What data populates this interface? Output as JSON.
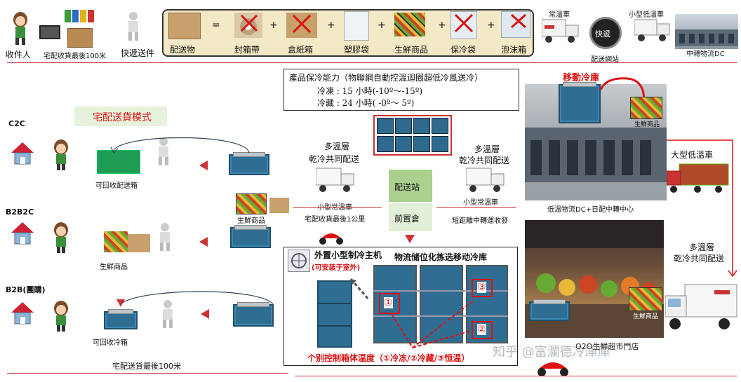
{
  "top": {
    "receiver": "收件人",
    "last100_top": "宅配收貨最後100米",
    "courier": "快遞送件",
    "delivery_item": "配送物",
    "equals": "=",
    "plus": "+",
    "items": [
      "封箱帶",
      "盒紙箱",
      "塑膠袋",
      "生鮮商品",
      "保冷袋",
      "泡沫箱"
    ],
    "normal_truck": "常溫車",
    "express_badge": "快遞",
    "delivery_network": "配送網站",
    "small_cold_truck": "小型低溫車",
    "transfer_dc": "中轉物流DC"
  },
  "capacity": {
    "title": "產品保冷能力（物聯網自動控溫迴圈超低冷風送冷）",
    "frozen": "冷凍 : 15 小時(-10º～-15º)",
    "chilled": "冷藏 : 24 小時( -0º～ 5º)"
  },
  "left": {
    "section_title": "宅配送貨模式",
    "c2c": "C2C",
    "b2b2c": "B2B2C",
    "b2b": "B2B(團購)",
    "recyclable_box": "可回收配送箱",
    "fresh_goods_1": "生鮮商品",
    "fresh_goods_2": "生鮮商品",
    "recyclable_cold_box": "可回收冷箱",
    "last100_bottom": "宅配送貨最後100米"
  },
  "middle": {
    "multi_temp_left_1": "多溫層",
    "multi_temp_left_2": "乾冷共同配送",
    "small_normal_truck": "小型常溫車",
    "last1km": "宅配收貨最後1公里",
    "station": "配送站",
    "front_warehouse": "前置倉",
    "multi_temp_right_1": "多溫層",
    "multi_temp_right_2": "乾冷共同配送",
    "small_normal_truck_2": "小型常溫車",
    "short_transfer": "短距離中轉運收發"
  },
  "bottom_center": {
    "external_unit": "外置小型制冷主机",
    "install_outdoor": "(可安装于室外)",
    "mobile_cold_store": "物流储位化拣选移动冷库",
    "circle1": "①",
    "circle2": "②",
    "circle3": "③",
    "control_temp": "个别控制箱体温度（①冷冻/②冷藏/③恒温）"
  },
  "right": {
    "mobile_cold": "移動冷庫",
    "fresh_goods_label": "生鮮商品",
    "big_cold_truck": "大型低溫車",
    "dc_caption": "低溫物流DC+日配中轉中心",
    "multi_temp_1": "多溫層",
    "multi_temp_2": "乾冷共同配送",
    "fresh_goods_label_2": "生鮮商品",
    "o2o_store": "O2O生鮮超市門店",
    "watermark": "知乎 @富瀾德冷庫庫"
  },
  "colors": {
    "accent_red": "#d11111",
    "box_blue": "#2f6e92",
    "panel_tan": "#f3e9c6",
    "station_green": "#a9d08e"
  }
}
